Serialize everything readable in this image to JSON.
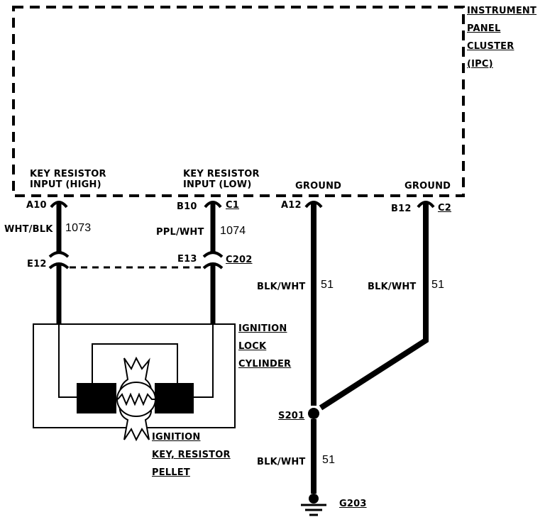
{
  "ipc": {
    "title_lines": [
      "INSTRUMENT",
      "PANEL",
      "CLUSTER",
      "(IPC)"
    ]
  },
  "terminals": {
    "key_high": {
      "line1": "KEY RESISTOR",
      "line2": "INPUT (HIGH)",
      "pin": "A10"
    },
    "key_low": {
      "line1": "KEY RESISTOR",
      "line2": "INPUT (LOW)",
      "pin": "B10",
      "connector": "C1"
    },
    "ground_a": {
      "label": "GROUND",
      "pin": "A12"
    },
    "ground_b": {
      "label": "GROUND",
      "pin": "B12",
      "connector": "C2"
    }
  },
  "wires": {
    "w1073": {
      "color": "WHT/BLK",
      "circuit": "1073"
    },
    "w1074": {
      "color": "PPL/WHT",
      "circuit": "1074"
    },
    "w51_left": {
      "color": "BLK/WHT",
      "circuit": "51"
    },
    "w51_right": {
      "color": "BLK/WHT",
      "circuit": "51"
    },
    "w51_bottom": {
      "color": "BLK/WHT",
      "circuit": "51"
    }
  },
  "connector_c202": {
    "pin_left": "E12",
    "pin_right": "E13",
    "name": "C202"
  },
  "lock_cylinder": {
    "lines": [
      "IGNITION",
      "LOCK",
      "CYLINDER"
    ]
  },
  "pellet": {
    "lines": [
      "IGNITION",
      "KEY, RESISTOR",
      "PELLET"
    ]
  },
  "splice": {
    "name": "S201"
  },
  "ground_point": {
    "name": "G203"
  },
  "colors": {
    "line": "#000000",
    "background": "#ffffff"
  }
}
